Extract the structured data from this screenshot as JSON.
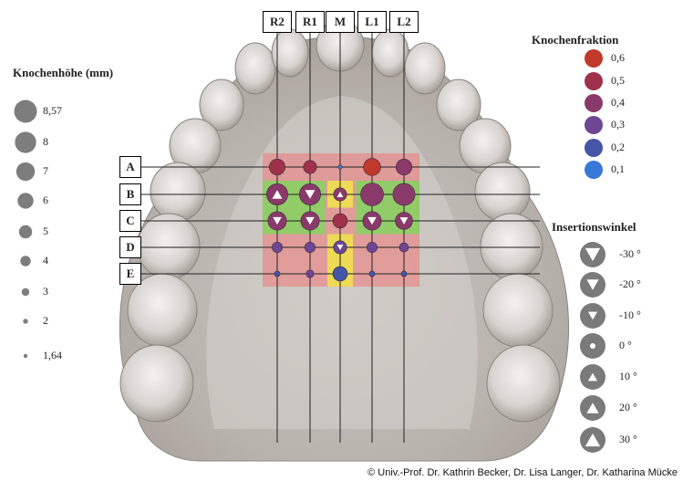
{
  "columns": [
    "R2",
    "R1",
    "M",
    "L1",
    "L2"
  ],
  "rows": [
    "A",
    "B",
    "C",
    "D",
    "E"
  ],
  "bone_height_legend": {
    "title": "Knochenhöhe (mm)",
    "items": [
      {
        "label": "8,57",
        "value": 8.57
      },
      {
        "label": "8",
        "value": 8
      },
      {
        "label": "7",
        "value": 7
      },
      {
        "label": "6",
        "value": 6
      },
      {
        "label": "5",
        "value": 5
      },
      {
        "label": "4",
        "value": 4
      },
      {
        "label": "3",
        "value": 3
      },
      {
        "label": "2",
        "value": 2
      },
      {
        "label": "1,64",
        "value": 1.64
      }
    ]
  },
  "bone_fraction_legend": {
    "title": "Knochenfraktion",
    "items": [
      {
        "label": "0,6",
        "value": 0.6,
        "color": "#c0392b"
      },
      {
        "label": "0,5",
        "value": 0.5,
        "color": "#a0314a"
      },
      {
        "label": "0,4",
        "value": 0.4,
        "color": "#8a3a6a"
      },
      {
        "label": "0,3",
        "value": 0.3,
        "color": "#6d4793"
      },
      {
        "label": "0,2",
        "value": 0.2,
        "color": "#4556a8"
      },
      {
        "label": "0,1",
        "value": 0.1,
        "color": "#3a78d8"
      }
    ]
  },
  "insertion_angle_legend": {
    "title": "Insertionswinkel",
    "items": [
      {
        "label": "-30 °",
        "value": -30
      },
      {
        "label": "-20 °",
        "value": -20
      },
      {
        "label": "-10 °",
        "value": -10
      },
      {
        "label": "0 °",
        "value": 0
      },
      {
        "label": "10 °",
        "value": 10
      },
      {
        "label": "20 °",
        "value": 20
      },
      {
        "label": "30 °",
        "value": 30
      }
    ]
  },
  "grid_cells": [
    {
      "row": "A",
      "col": "R2",
      "height": 6,
      "fraction": 0.5,
      "angle": 0,
      "zone": "red"
    },
    {
      "row": "A",
      "col": "R1",
      "height": 5,
      "fraction": 0.5,
      "angle": 0,
      "zone": "red"
    },
    {
      "row": "A",
      "col": "M",
      "height": 1.64,
      "fraction": 0.1,
      "angle": 0,
      "zone": "red"
    },
    {
      "row": "A",
      "col": "L1",
      "height": 6.5,
      "fraction": 0.6,
      "angle": 0,
      "zone": "red"
    },
    {
      "row": "A",
      "col": "L2",
      "height": 6,
      "fraction": 0.4,
      "angle": 0,
      "zone": "red"
    },
    {
      "row": "B",
      "col": "R2",
      "height": 8,
      "fraction": 0.4,
      "angle": 20,
      "zone": "green"
    },
    {
      "row": "B",
      "col": "R1",
      "height": 8,
      "fraction": 0.4,
      "angle": -20,
      "zone": "green"
    },
    {
      "row": "B",
      "col": "M",
      "height": 5,
      "fraction": 0.4,
      "angle": 20,
      "zone": "yellow"
    },
    {
      "row": "B",
      "col": "L1",
      "height": 8.57,
      "fraction": 0.4,
      "angle": 0,
      "zone": "green"
    },
    {
      "row": "B",
      "col": "L2",
      "height": 8.3,
      "fraction": 0.4,
      "angle": 0,
      "zone": "green"
    },
    {
      "row": "C",
      "col": "R2",
      "height": 7,
      "fraction": 0.4,
      "angle": -20,
      "zone": "green"
    },
    {
      "row": "C",
      "col": "R1",
      "height": 7,
      "fraction": 0.4,
      "angle": -20,
      "zone": "green"
    },
    {
      "row": "C",
      "col": "M",
      "height": 5.5,
      "fraction": 0.5,
      "angle": 0,
      "zone": "red"
    },
    {
      "row": "C",
      "col": "L1",
      "height": 7,
      "fraction": 0.4,
      "angle": -20,
      "zone": "green"
    },
    {
      "row": "C",
      "col": "L2",
      "height": 6.5,
      "fraction": 0.4,
      "angle": -20,
      "zone": "green"
    },
    {
      "row": "D",
      "col": "R2",
      "height": 4,
      "fraction": 0.3,
      "angle": 0,
      "zone": "red"
    },
    {
      "row": "D",
      "col": "R1",
      "height": 4,
      "fraction": 0.3,
      "angle": 0,
      "zone": "red"
    },
    {
      "row": "D",
      "col": "M",
      "height": 5,
      "fraction": 0.3,
      "angle": -20,
      "zone": "yellow"
    },
    {
      "row": "D",
      "col": "L1",
      "height": 4,
      "fraction": 0.3,
      "angle": 0,
      "zone": "red"
    },
    {
      "row": "D",
      "col": "L2",
      "height": 3.5,
      "fraction": 0.3,
      "angle": 0,
      "zone": "red"
    },
    {
      "row": "E",
      "col": "R2",
      "height": 2.2,
      "fraction": 0.2,
      "angle": 0,
      "zone": "red"
    },
    {
      "row": "E",
      "col": "R1",
      "height": 3,
      "fraction": 0.3,
      "angle": 0,
      "zone": "red"
    },
    {
      "row": "E",
      "col": "M",
      "height": 5.5,
      "fraction": 0.2,
      "angle": 0,
      "zone": "yellow"
    },
    {
      "row": "E",
      "col": "L1",
      "height": 2.2,
      "fraction": 0.2,
      "angle": 0,
      "zone": "red"
    },
    {
      "row": "E",
      "col": "L2",
      "height": 2.2,
      "fraction": 0.2,
      "angle": 0,
      "zone": "red"
    }
  ],
  "copyright": "© Univ.-Prof. Dr. Kathrin Becker, Dr. Lisa Langer, Dr. Katharina Mücke"
}
